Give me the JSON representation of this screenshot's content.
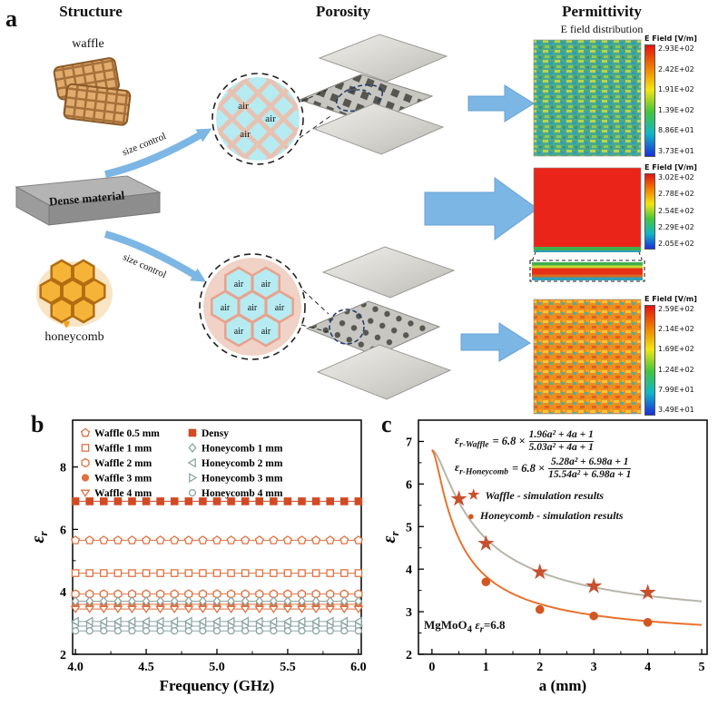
{
  "panel_a": {
    "label": "a",
    "headers": {
      "structure": "Structure",
      "porosity": "Porosity",
      "permittivity": "Permittivity"
    },
    "efield_caption": "E field distribution",
    "labels": {
      "waffle": "waffle",
      "dense_material": "Dense material",
      "honeycomb": "honeycomb",
      "size_control_top": "size control",
      "size_control_bottom": "size control",
      "air": "air"
    },
    "colorbars": [
      {
        "title": "E Field [V/m]",
        "ticks": [
          "2.93E+02",
          "2.42E+02",
          "1.91E+02",
          "1.39E+02",
          "8.86E+01",
          "3.73E+01"
        ]
      },
      {
        "title": "E Field [V/m]",
        "ticks": [
          "3.02E+02",
          "2.78E+02",
          "2.54E+02",
          "2.29E+02",
          "2.05E+02"
        ]
      },
      {
        "title": "E Field [V/m]",
        "ticks": [
          "2.59E+02",
          "2.14E+02",
          "1.69E+02",
          "1.24E+02",
          "7.99E+01",
          "3.49E+01"
        ]
      }
    ]
  },
  "chart_data": [
    {
      "id": "panel-b",
      "panel_label": "b",
      "type": "line",
      "xlabel": "Frequency (GHz)",
      "ylabel": "ε_r",
      "xlim": [
        3.98,
        6.02
      ],
      "ylim": [
        2,
        9.5
      ],
      "xticks": [
        4.0,
        4.5,
        5.0,
        5.5,
        6.0
      ],
      "xtick_labels": [
        "4.0",
        "4.5",
        "5.0",
        "5.5",
        "6.0"
      ],
      "yticks": [
        2,
        4,
        6,
        8
      ],
      "ytick_labels": [
        "2",
        "4",
        "6",
        "8"
      ],
      "grid": false,
      "legend_position": "top-inside",
      "x": [
        4.0,
        4.1,
        4.2,
        4.3,
        4.4,
        4.5,
        4.6,
        4.7,
        4.8,
        4.9,
        5.0,
        5.1,
        5.2,
        5.3,
        5.4,
        5.5,
        5.6,
        5.7,
        5.8,
        5.9,
        6.0
      ],
      "series": [
        {
          "name": "Waffle 0.5 mm",
          "marker": "pentagon",
          "filled": false,
          "color": "#e0703f",
          "value": 5.65
        },
        {
          "name": "Waffle 1 mm",
          "marker": "square",
          "filled": false,
          "color": "#e0703f",
          "value": 4.6
        },
        {
          "name": "Waffle 2 mm",
          "marker": "hexagon",
          "filled": false,
          "color": "#e0703f",
          "value": 3.93
        },
        {
          "name": "Waffle 3 mm",
          "marker": "circle",
          "filled": true,
          "color": "#e0703f",
          "value": 3.6
        },
        {
          "name": "Waffle 4 mm",
          "marker": "triangle-down",
          "filled": false,
          "color": "#e0703f",
          "value": 3.45
        },
        {
          "name": "Densy",
          "marker": "square",
          "filled": true,
          "color": "#d14a24",
          "value": 6.9
        },
        {
          "name": "Honeycomb 1 mm",
          "marker": "diamond",
          "filled": false,
          "color": "#8aa5a3",
          "value": 3.7
        },
        {
          "name": "Honeycomb 2 mm",
          "marker": "triangle-left",
          "filled": false,
          "color": "#8aa5a3",
          "value": 3.05
        },
        {
          "name": "Honeycomb 3 mm",
          "marker": "triangle-right",
          "filled": false,
          "color": "#8aa5a3",
          "value": 2.9
        },
        {
          "name": "Honeycomb 4 mm",
          "marker": "circle",
          "filled": false,
          "color": "#8aa5a3",
          "value": 2.75
        }
      ],
      "legend_columns": [
        [
          0,
          1,
          2,
          3,
          4
        ],
        [
          5,
          6,
          7,
          8,
          9
        ]
      ]
    },
    {
      "id": "panel-c",
      "panel_label": "c",
      "type": "scatter",
      "xlabel": "a (mm)",
      "ylabel": "ε_r",
      "xlim": [
        -0.25,
        5.1
      ],
      "ylim": [
        2,
        7.5
      ],
      "xticks": [
        0,
        1,
        2,
        3,
        4,
        5
      ],
      "xtick_labels": [
        "0",
        "1",
        "2",
        "3",
        "4",
        "5"
      ],
      "yticks": [
        2,
        3,
        4,
        5,
        6,
        7
      ],
      "ytick_labels": [
        "2",
        "3",
        "4",
        "5",
        "6",
        "7"
      ],
      "grid": false,
      "curves": [
        {
          "name": "waffle-fit-curve",
          "color": "#b9b4a8",
          "scale": 6.8,
          "numerator": [
            1.96,
            4,
            1
          ],
          "denominator": [
            5.03,
            4,
            1
          ],
          "x_range": [
            0,
            5
          ]
        },
        {
          "name": "honeycomb-fit-curve",
          "color": "#e8722e",
          "scale": 6.8,
          "numerator": [
            5.28,
            6.98,
            1
          ],
          "denominator": [
            15.54,
            6.98,
            1
          ],
          "x_range": [
            0,
            5
          ]
        }
      ],
      "scatter": [
        {
          "name": "Waffle - simulation results",
          "glyph": "★",
          "marker": "star",
          "color": "#c8502e",
          "x": [
            0.5,
            1,
            2,
            3,
            4
          ],
          "y": [
            5.65,
            4.6,
            3.93,
            3.6,
            3.45
          ]
        },
        {
          "name": "Honeycomb - simulation results",
          "glyph": "●",
          "marker": "circle",
          "color": "#d3571f",
          "x": [
            1,
            2,
            3,
            4
          ],
          "y": [
            3.7,
            3.05,
            2.9,
            2.75
          ]
        }
      ],
      "formulas": [
        {
          "eps": "ε",
          "sub": "r-Waffle",
          "eq": "= 6.8 ×",
          "num": "1.96a² + 4a + 1",
          "den": "5.03a² + 4a + 1"
        },
        {
          "eps": "ε",
          "sub": "r-Honeycomb",
          "eq": "= 6.8 ×",
          "num": "5.28a² + 6.98a + 1",
          "den": "15.54a² + 6.98a + 1"
        }
      ],
      "annotation_parts": [
        "MgMoO",
        "4",
        " ε",
        "r",
        "=6.8"
      ]
    }
  ]
}
